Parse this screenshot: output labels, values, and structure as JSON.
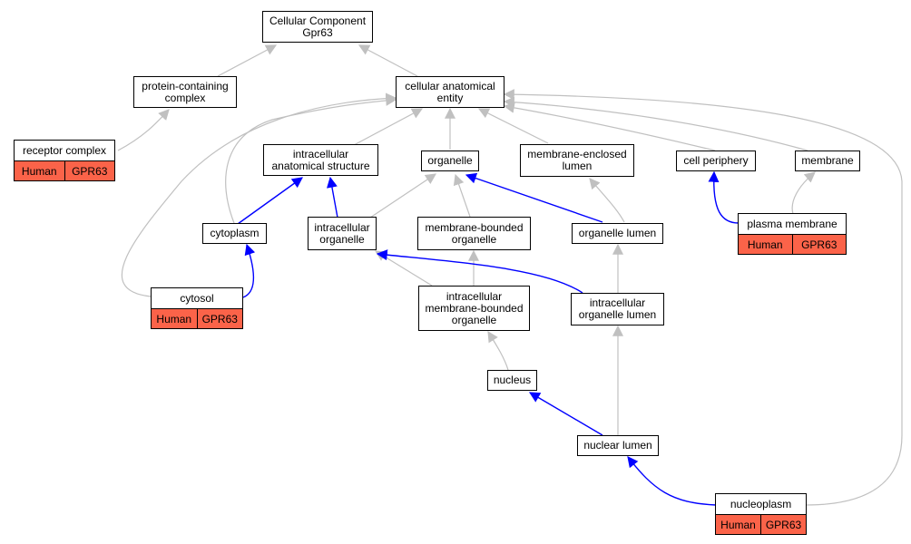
{
  "colors": {
    "inferred_edge": "#c0c0c0",
    "direct_edge": "#0000ff",
    "annotation_fill": "#fb6349"
  },
  "nodes": {
    "root": "Cellular Component\nGpr63",
    "protein_complex": "protein-containing\ncomplex",
    "cellular_anatomical_entity": "cellular anatomical\nentity",
    "intracellular_anatomical_structure": "intracellular\nanatomical structure",
    "organelle": "organelle",
    "membrane_enclosed_lumen": "membrane-enclosed\nlumen",
    "cell_periphery": "cell periphery",
    "membrane": "membrane",
    "cytoplasm": "cytoplasm",
    "intracellular_organelle": "intracellular\norganelle",
    "membrane_bounded_organelle": "membrane-bounded\norganelle",
    "organelle_lumen": "organelle lumen",
    "intracellular_membrane_bounded_organelle": "intracellular\nmembrane-bounded\norganelle",
    "intracellular_organelle_lumen": "intracellular\norganelle lumen",
    "nucleus": "nucleus",
    "nuclear_lumen": "nuclear lumen"
  },
  "annotated": {
    "receptor_complex": {
      "name": "receptor complex",
      "species": "Human",
      "gene": "GPR63"
    },
    "plasma_membrane": {
      "name": "plasma membrane",
      "species": "Human",
      "gene": "GPR63"
    },
    "cytosol": {
      "name": "cytosol",
      "species": "Human",
      "gene": "GPR63"
    },
    "nucleoplasm": {
      "name": "nucleoplasm",
      "species": "Human",
      "gene": "GPR63"
    }
  }
}
